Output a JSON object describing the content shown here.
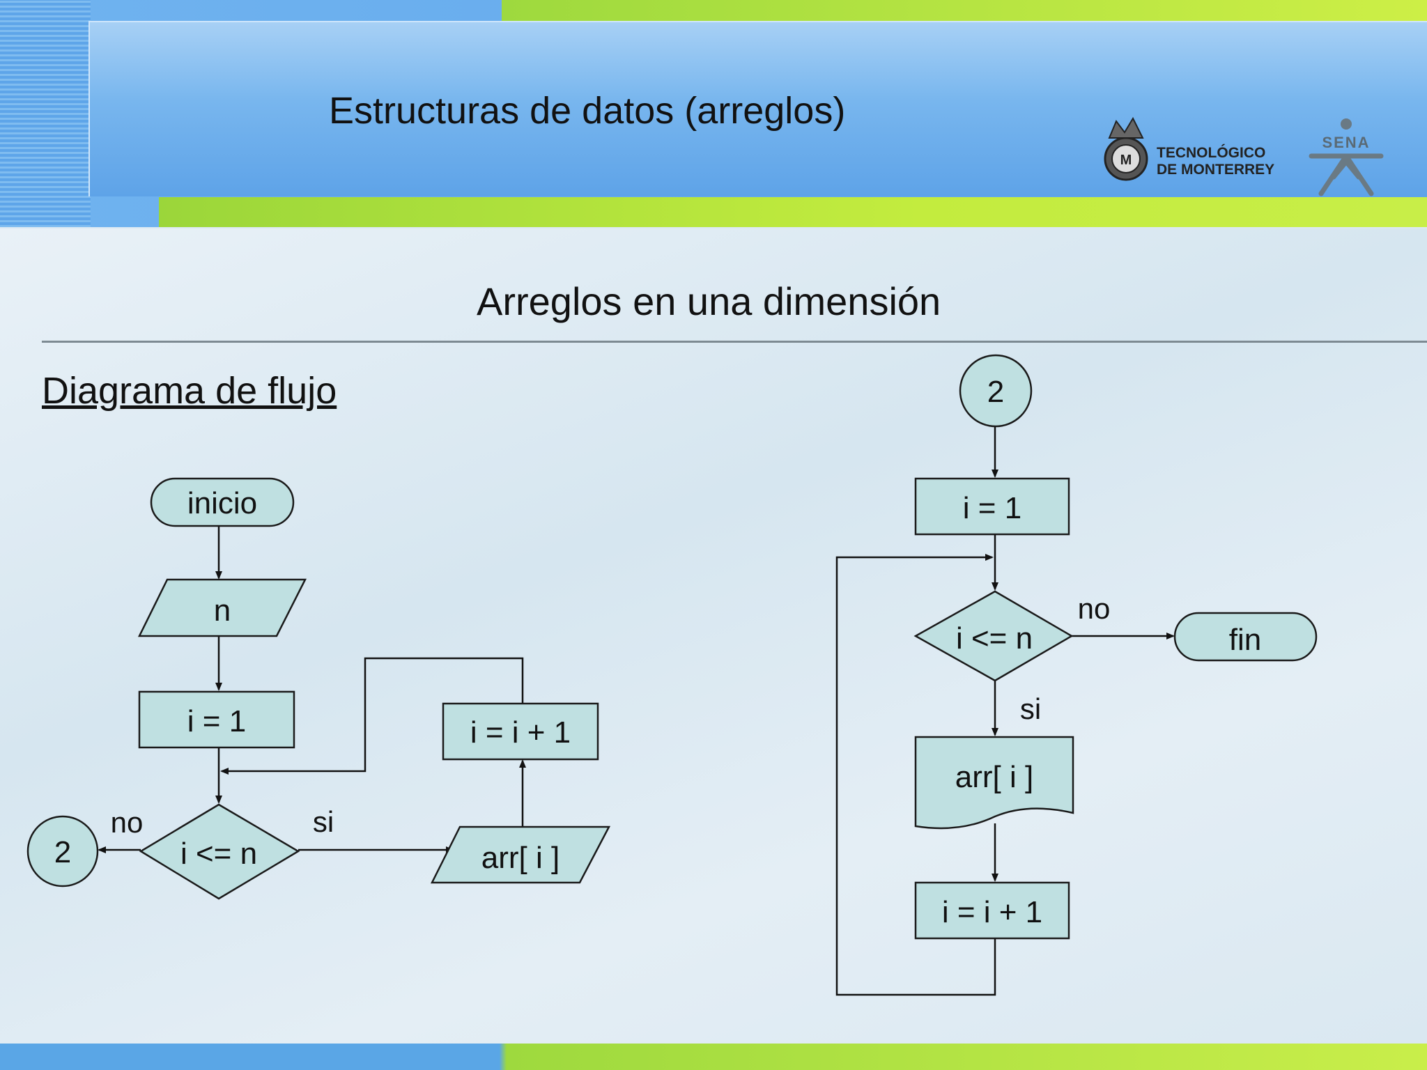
{
  "header": {
    "title": "Estructuras de datos (arreglos)",
    "logos": {
      "tec_line1": "TECNOLÓGICO",
      "tec_line2": "DE MONTERREY",
      "sena": "SENA"
    }
  },
  "slide": {
    "subtitle": "Arreglos en una dimensión",
    "section_label": "Diagrama de flujo"
  },
  "colors": {
    "node_fill": "#bfe0e1",
    "header_blue": "#5ea6ea",
    "accent_green": "#c3ec3e"
  },
  "flowchart_left": {
    "start": "inicio",
    "input": "n",
    "init": "i = 1",
    "condition": "i <= n",
    "increment": "i = i + 1",
    "read": "arr[ i ]",
    "connector": "2",
    "label_no": "no",
    "label_si": "si"
  },
  "flowchart_right": {
    "connector": "2",
    "init": "i = 1",
    "condition": "i <= n",
    "end": "fin",
    "print": "arr[ i ]",
    "increment": "i = i + 1",
    "label_no": "no",
    "label_si": "si"
  }
}
